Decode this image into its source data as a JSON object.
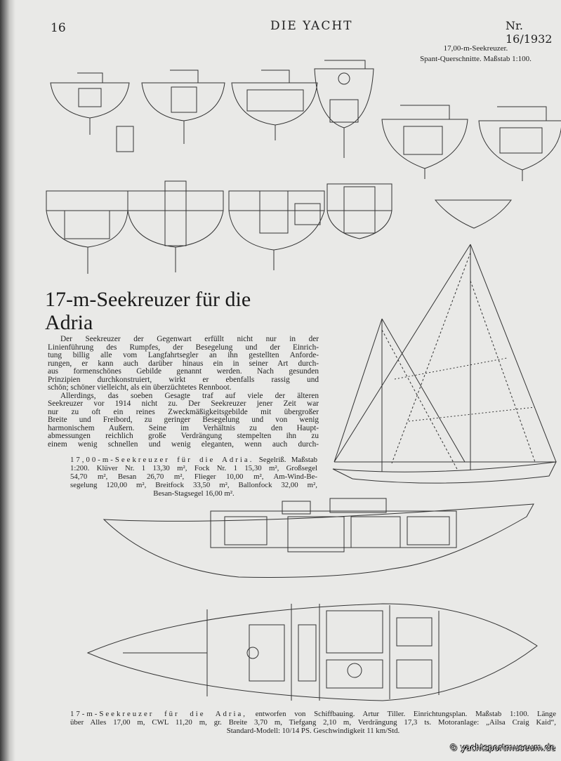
{
  "header": {
    "page_number": "16",
    "running_head": "DIE YACHT",
    "issue": "Nr. 16/1932"
  },
  "sections_caption": {
    "line1": "17,00-m-Seekreuzer.",
    "line2": "Spant-Querschnitte.   Maßstab 1:100."
  },
  "article": {
    "title_line1": "17-m-Seekreuzer für die",
    "title_line2": "Adria",
    "body_lines": [
      "Der Seekreuzer der Gegenwart erfüllt nicht nur in der",
      "Linienführung des Rumpfes, der Besegelung und der Einrich-",
      "tung billig alle vom Langfahrtsegler an ihn gestellten Anforde-",
      "rungen, er kann auch darüber hinaus ein in seiner Art durch-",
      "aus formenschönes Gebilde genannt werden.  Nach gesunden",
      "Prinzipien durchkonstruiert, wirkt er ebenfalls rassig und",
      "schön; schöner vielleicht, als ein überzüchtetes Rennboot.",
      "Allerdings, das soeben Gesagte traf auf viele der älteren",
      "Seekreuzer vor 1914 nicht zu.  Der Seekreuzer jener Zeit war",
      "nur zu oft ein reines Zweckmäßigkeitsgebilde mit übergroßer",
      "Breite und Freibord, zu geringer Besegelung und von wenig",
      "harmonischem Äußern.  Seine im Verhältnis zu den Haupt-",
      "abmessungen reichlich große Verdrängung stempelten ihn zu",
      "einem wenig schnellen und wenig eleganten, wenn auch durch-"
    ]
  },
  "sail_plan_caption": {
    "lead": "17,00-m-Seekreuzer für die Adria.",
    "line1_rest": "Segelriß.   Maßstab",
    "line2": "1:200.  Klüver Nr. 1 13,30 m², Fock Nr. 1 15,30 m², Großsegel",
    "line3": "54,70 m², Besan 26,70 m², Flieger 10,00 m², Am-Wind-Be-",
    "line4": "segelung 120,00 m², Breitfock 33,50 m², Ballonfock 32,00 m²,",
    "line5": "Besan-Stagsegel 16,00 m²."
  },
  "plan_caption": {
    "lead": "17-m-Seekreuzer für die Adria,",
    "line1_rest": "entworfen von Schiffbauing. Artur Tiller.  Einrichtungsplan.  Maßstab 1:100.  Länge",
    "line2": "über Alles 17,00 m, CWL 11,20 m, gr. Breite 3,70 m, Tiefgang 2,10 m, Verdrängung 17,3 ts.  Motoranlage: „Ailsa Craig Kaid“,",
    "line3": "Standard-Modell: 10/14 PS.     Geschwindigkeit 11 km/Std."
  },
  "watermark": "© yachtsportmuseum.de"
}
